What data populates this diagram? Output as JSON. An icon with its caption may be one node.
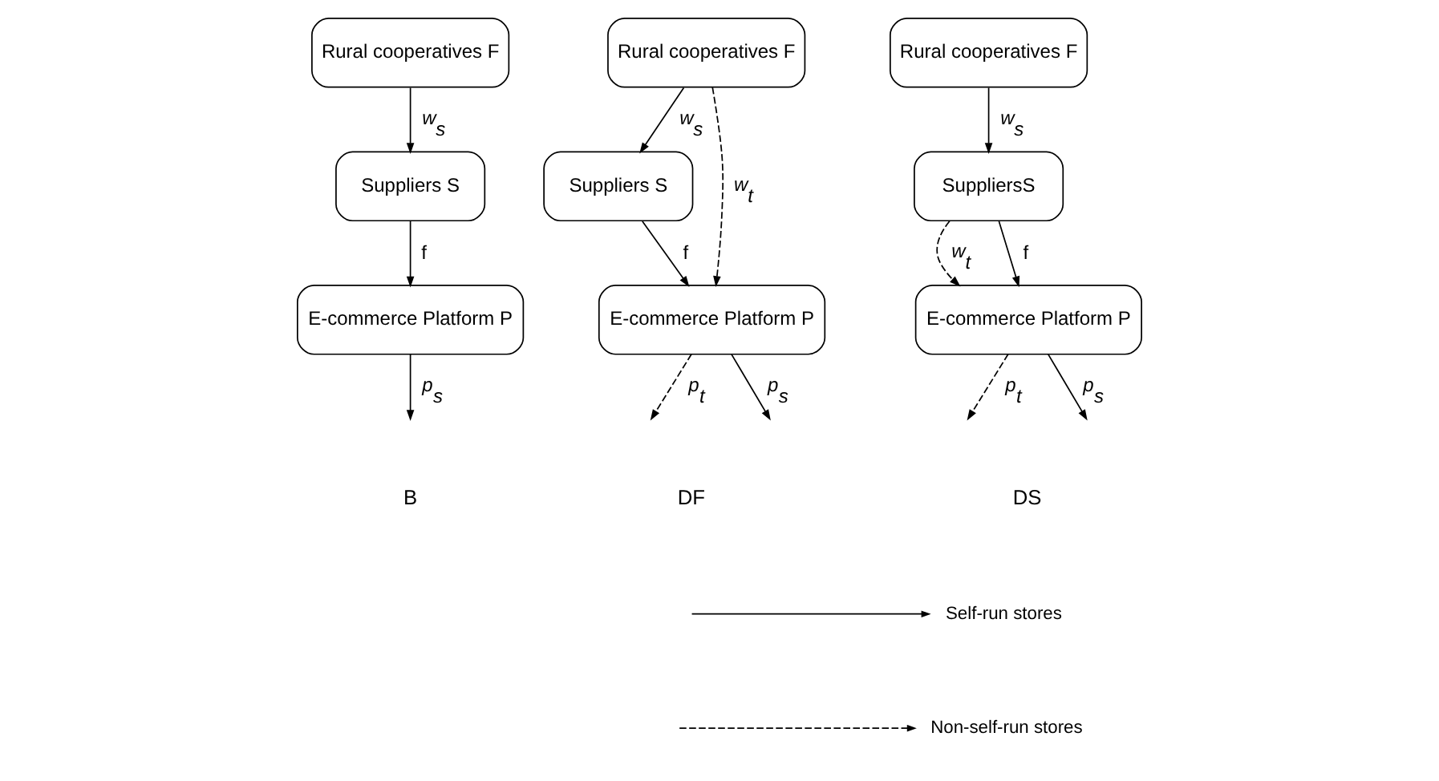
{
  "diagram": {
    "nodes": [
      {
        "text": [
          "Rural cooperatives F"
        ]
      },
      {
        "text": [
          "Suppliers S"
        ]
      },
      {
        "text": [
          "E-commerce Platform P"
        ]
      },
      {
        "text": [
          "Rural cooperatives F"
        ]
      },
      {
        "text": [
          "Suppliers S"
        ]
      },
      {
        "text": [
          "E-commerce Platform P"
        ]
      },
      {
        "text": [
          "Rural cooperatives F"
        ]
      },
      {
        "text": [
          "SuppliersS"
        ]
      },
      {
        "text": [
          "E-commerce Platform P"
        ]
      }
    ],
    "edges": [
      {
        "from": 0,
        "to": 1,
        "arrow": "to",
        "label": "w$_{s}$"
      },
      {
        "from": 1,
        "to": 2,
        "arrow": "to",
        "label": "f"
      },
      {
        "from": 2,
        "to": null,
        "arrow": "to",
        "label": "p$_{s}$"
      },
      {
        "from": 3,
        "to": 4,
        "arrow": "to",
        "label": "w$_{s}$"
      },
      {
        "from": 4,
        "to": 5,
        "arrow": "to",
        "label": "f"
      },
      {
        "from": 3,
        "to": 5,
        "arrow": "to",
        "label": "w$_{t}$",
        "style": "dashed"
      },
      {
        "from": 5,
        "to": null,
        "arrow": "to",
        "label": "p$_{t}$",
        "style": "dashed"
      },
      {
        "from": 5,
        "to": null,
        "arrow": "to",
        "label": "p$_{s}$"
      },
      {
        "from": 6,
        "to": 7,
        "arrow": "to",
        "label": "w$_{s}$"
      },
      {
        "from": 7,
        "to": 8,
        "arrow": "to",
        "label": "w$_{t}$",
        "style": "dashed"
      },
      {
        "from": 7,
        "to": 8,
        "arrow": "to",
        "label": "f"
      },
      {
        "from": 8,
        "to": null,
        "arrow": "to",
        "label": "p$_{t}$",
        "style": "dashed"
      },
      {
        "from": 8,
        "to": null,
        "arrow": "to",
        "label": "p$_{s}$"
      }
    ],
    "labels": [
      "B",
      "DF",
      "DS"
    ],
    "legend": [
      {
        "text": "Self-run stores"
      },
      {
        "text": "Non-self-run stores"
      }
    ]
  }
}
